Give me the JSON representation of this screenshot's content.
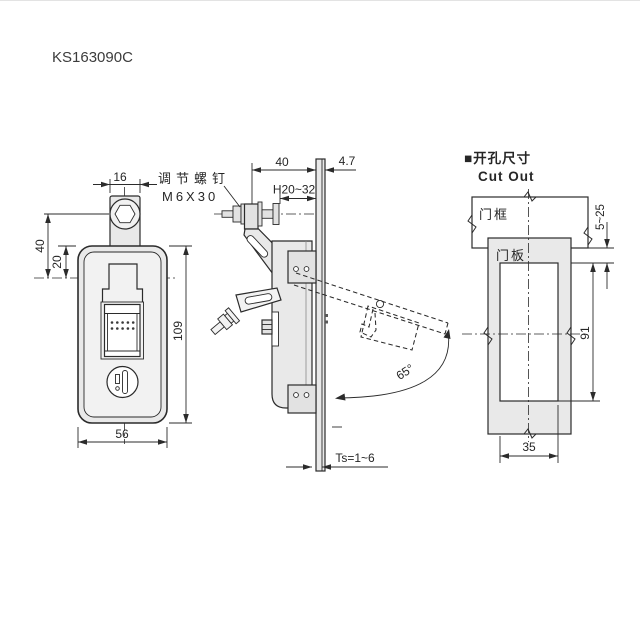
{
  "title": "KS163090C",
  "front_view": {
    "dim_tab_width": "16",
    "dim_top_offset": "40",
    "dim_mid_offset": "20",
    "dim_height": "109",
    "dim_width": "56"
  },
  "side_view": {
    "screw_label_cn": "调节螺钉",
    "screw_label_spec": "M6X30",
    "dim_depth": "40",
    "dim_flange": "4.7",
    "dim_grip": "H20~32",
    "dim_angle": "65°",
    "dim_panel_thickness": "Ts=1~6"
  },
  "cutout_view": {
    "header_cn": "■开孔尺寸",
    "header_en": "Cut Out",
    "label_door_frame": "门框",
    "label_door_panel": "门板",
    "dim_frame_gap": "5~25",
    "dim_hole_height": "91",
    "dim_hole_width": "35"
  },
  "colors": {
    "line": "#2b2b2b",
    "metal_fill": "#e9e9e9",
    "background": "#ffffff"
  }
}
